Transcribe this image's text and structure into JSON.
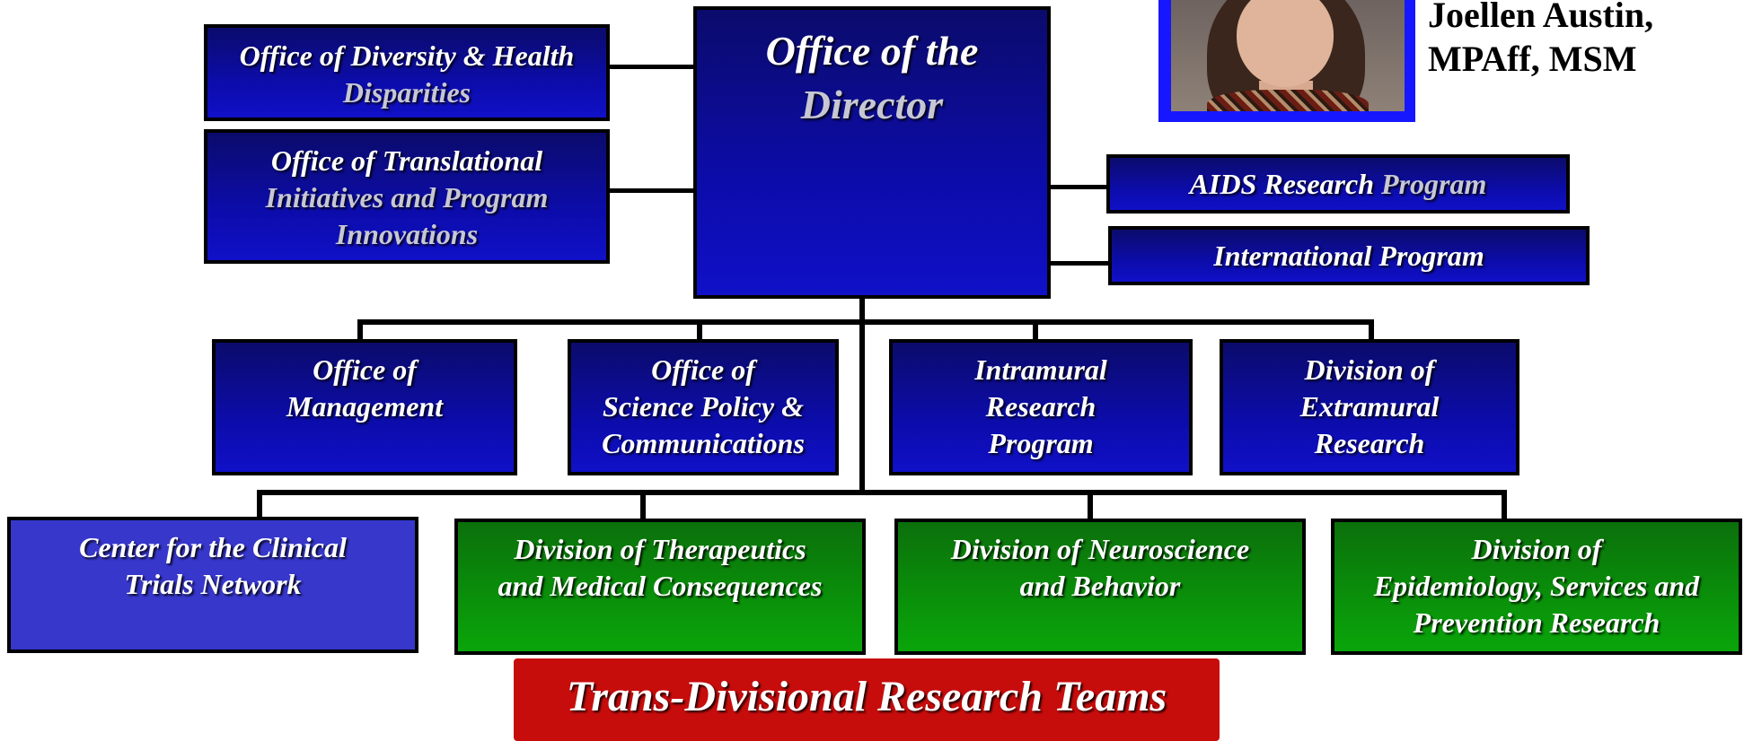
{
  "director": {
    "title_line1": "Office of the",
    "title_line2": "Director",
    "name_line1": "Joellen Austin,",
    "name_line2": "MPAff, MSM"
  },
  "left_offices": [
    {
      "line1": "Office of Diversity & Health",
      "line2": "Disparities"
    },
    {
      "line1": "Office of Translational",
      "line2": "Initiatives and Program",
      "line3": "Innovations"
    }
  ],
  "right_programs": [
    {
      "part1": "AIDS Research ",
      "part2": "Program"
    },
    {
      "part1": "International Program"
    }
  ],
  "offices_row": [
    {
      "line1": "Office of",
      "line2": "Management"
    },
    {
      "line1": "Office of",
      "line2": "Science Policy &",
      "line3": "Communications"
    },
    {
      "line1": "Intramural",
      "line2": "Research",
      "line3": "Program"
    },
    {
      "line1": "Division of",
      "line2": "Extramural",
      "line3": "Research"
    }
  ],
  "divisions_row": [
    {
      "line1": "Center for the Clinical",
      "line2": "Trials Network"
    },
    {
      "line1": "Division of Therapeutics",
      "line2": "and Medical Consequences"
    },
    {
      "line1": "Division of Neuroscience",
      "line2": "and Behavior"
    },
    {
      "line1": "Division of",
      "line2": "Epidemiology, Services and",
      "line3": "Prevention Research"
    }
  ],
  "trans_divisional": "Trans-Divisional Research Teams",
  "colors": {
    "navy": "#0c0caa",
    "clinical_blue": "#3737cc",
    "green": "#0a960a",
    "red": "#c70c0c",
    "photo_frame": "#1717ff"
  }
}
